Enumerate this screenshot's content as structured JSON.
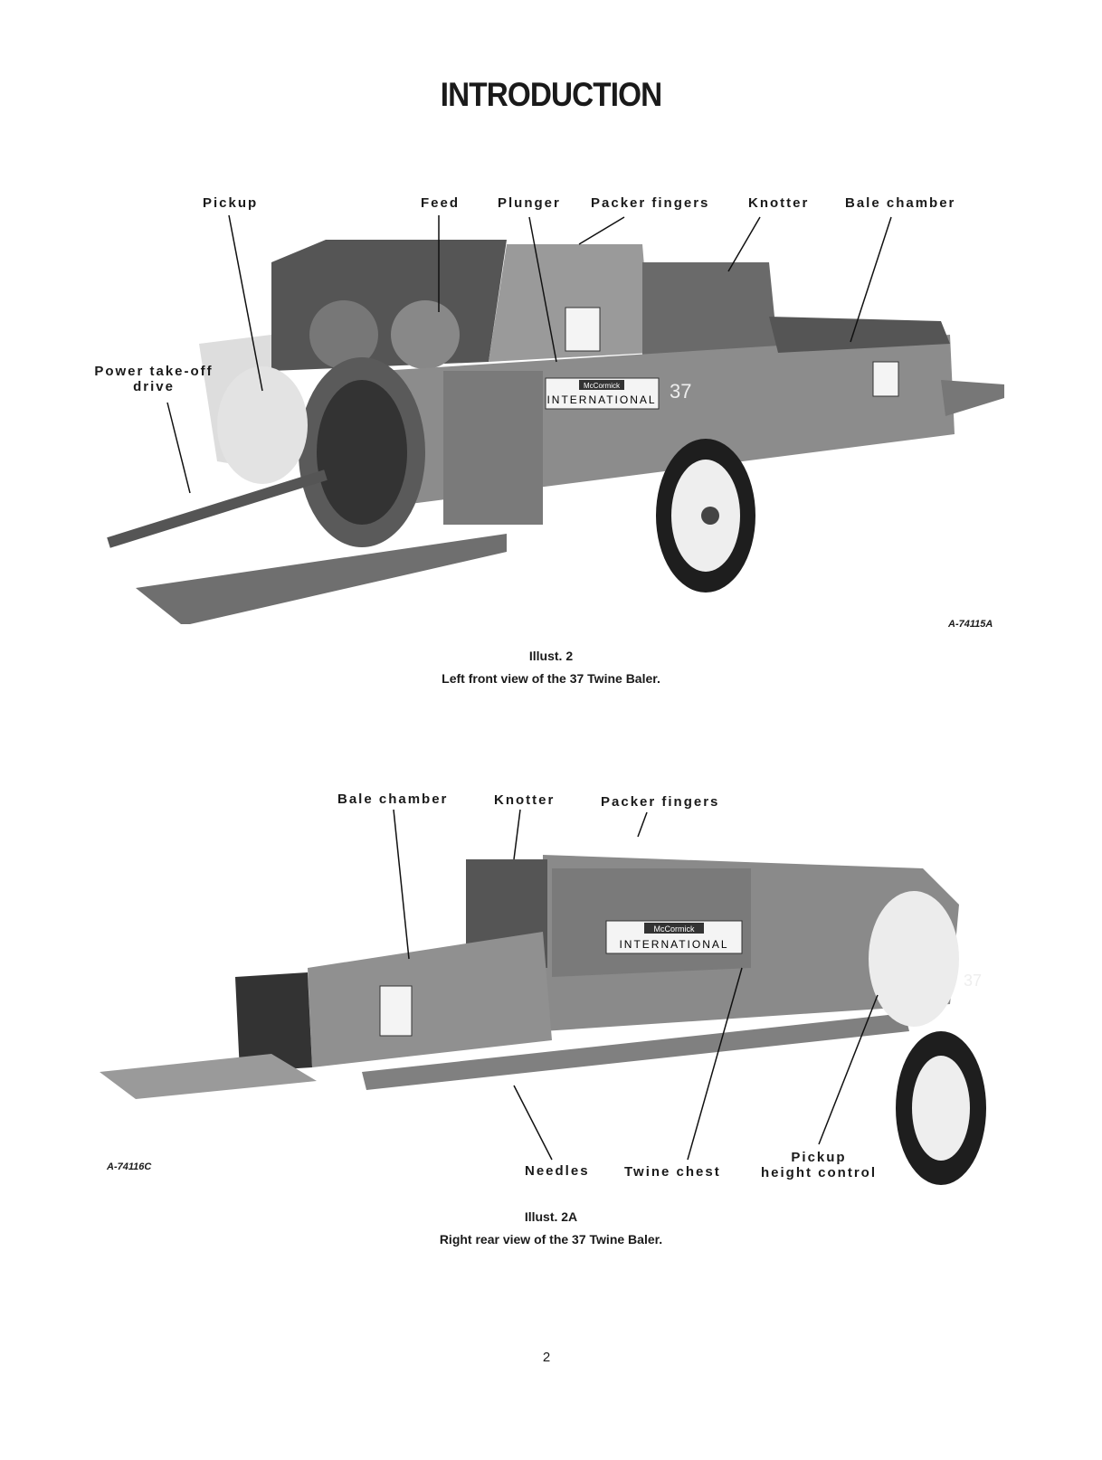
{
  "title": "INTRODUCTION",
  "figure1": {
    "labels": {
      "pickup": "Pickup",
      "feed": "Feed",
      "plunger": "Plunger",
      "packer_fingers": "Packer fingers",
      "knotter": "Knotter",
      "bale_chamber": "Bale chamber",
      "pto_line1": "Power take-off",
      "pto_line2": "drive"
    },
    "photo_code": "A-74115A",
    "illust": "Illust. 2",
    "caption": "Left front view of the 37 Twine Baler.",
    "decal_brand": "INTERNATIONAL",
    "decal_sub": "McCormick",
    "model_number": "37"
  },
  "figure2": {
    "labels": {
      "bale_chamber": "Bale chamber",
      "knotter": "Knotter",
      "packer_fingers": "Packer fingers",
      "needles": "Needles",
      "twine_chest": "Twine chest",
      "pickup_line1": "Pickup",
      "pickup_line2": "height control"
    },
    "photo_code": "A-74116C",
    "illust": "Illust. 2A",
    "caption": "Right rear view of the 37 Twine Baler.",
    "decal_brand": "INTERNATIONAL",
    "decal_sub": "McCormick",
    "model_number": "37"
  },
  "page_number": "2"
}
